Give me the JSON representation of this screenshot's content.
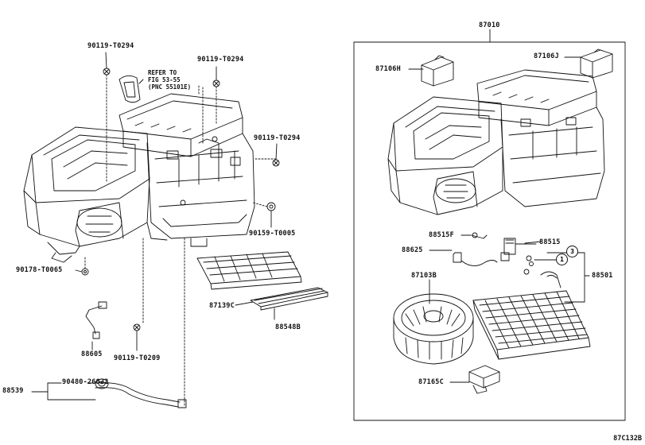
{
  "diagram": {
    "drawing_code": "87C132B",
    "assembly_label": "87010",
    "reference_note": "REFER TO\nFIG 53-55\n(PNC 55101E)",
    "callouts": {
      "c1": "1",
      "c3": "3"
    },
    "labels": {
      "screw_top_left": "90119-T0294",
      "screw_top_mid": "90119-T0294",
      "screw_right_1": "90119-T0294",
      "screw_right_2": "90159-T0005",
      "screw_left": "90178-T0065",
      "part_87139C": "87139C",
      "part_88548B": "88548B",
      "part_88605": "88605",
      "screw_bottom": "90119-T0209",
      "part_88539": "88539",
      "clamp_bottom": "90480-26022",
      "part_87106H": "87106H",
      "part_87106J": "87106J",
      "part_88515F": "88515F",
      "part_88515": "88515",
      "part_88625": "88625",
      "part_87103B": "87103B",
      "part_88501": "88501",
      "part_87165C": "87165C"
    }
  }
}
